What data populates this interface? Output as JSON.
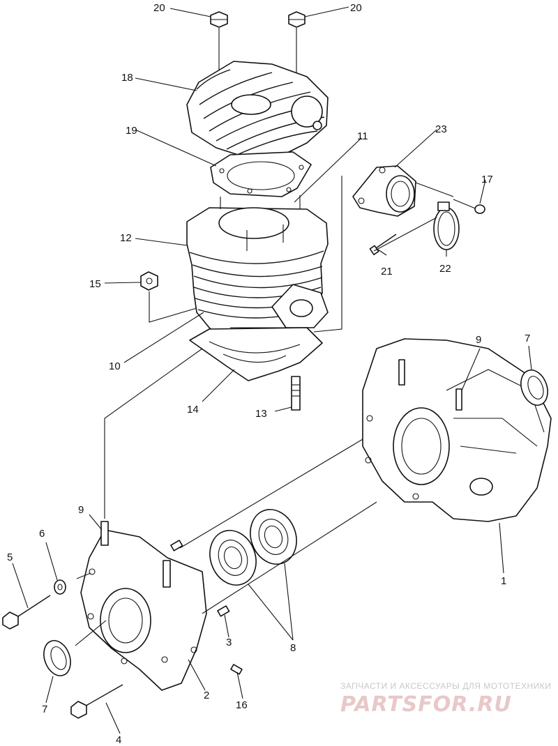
{
  "callouts": {
    "c20a": "20",
    "c20b": "20",
    "c18": "18",
    "c19": "19",
    "c11": "11",
    "c23": "23",
    "c17": "17",
    "c12": "12",
    "c21": "21",
    "c22": "22",
    "c15": "15",
    "c10": "10",
    "c14": "14",
    "c13": "13",
    "c9a": "9",
    "c7a": "7",
    "c9b": "9",
    "c6": "6",
    "c5": "5",
    "c3": "3",
    "c8": "8",
    "c1": "1",
    "c2": "2",
    "c7b": "7",
    "c16": "16",
    "c4": "4"
  },
  "watermark": {
    "tagline": "ЗАПЧАСТИ И АКСЕССУАРЫ ДЛЯ МОТОТЕХНИКИ",
    "logo": "PARTSFOR.RU"
  }
}
